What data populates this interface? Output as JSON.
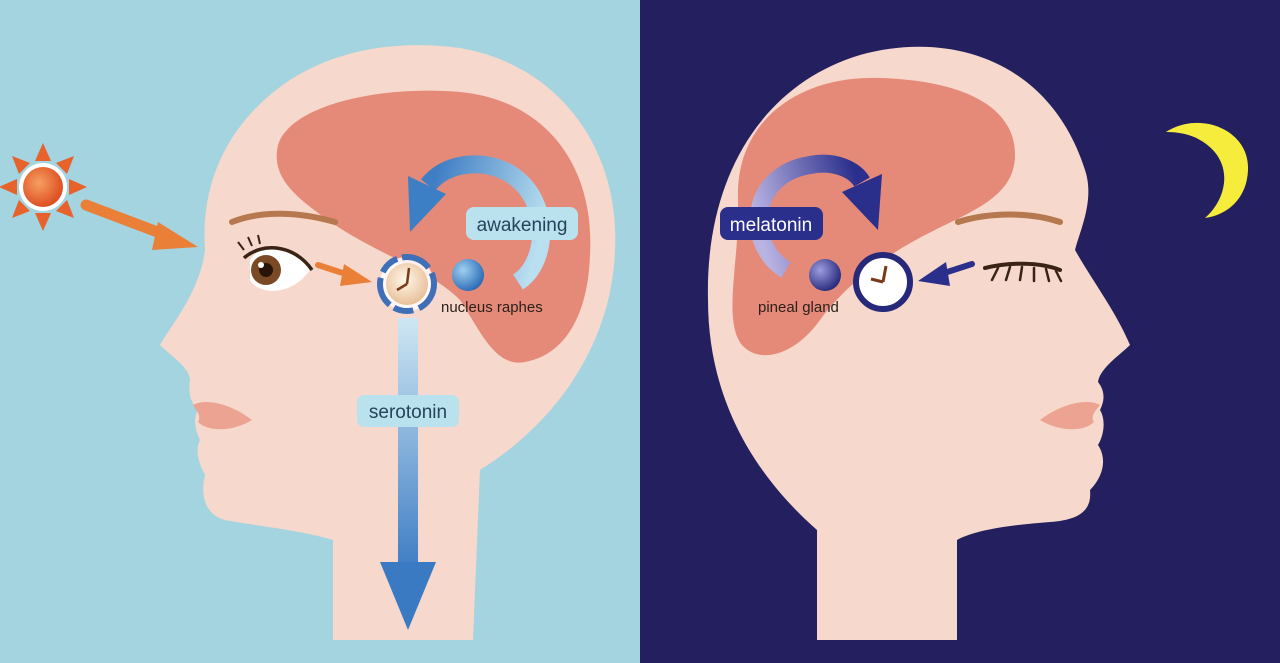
{
  "day_panel": {
    "labels": {
      "awakening": "awakening",
      "nucleus": "nucleus raphes",
      "serotonin": "serotonin"
    }
  },
  "night_panel": {
    "labels": {
      "melatonin": "melatonin",
      "pineal": "pineal gland"
    }
  },
  "colors": {
    "day_background": "#a3d4e0",
    "night_background": "#241f5e",
    "skin": "#f6d8cc",
    "brain": "#e58a78",
    "sun": "#e8622c",
    "moon": "#f6ec3c",
    "day_arrow": "#3d7fc4",
    "night_arrow": "#2b2f8c",
    "light_arrow": "#ea7f38"
  }
}
